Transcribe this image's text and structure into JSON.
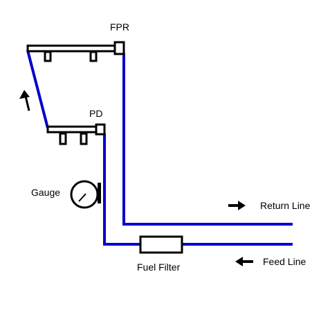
{
  "labels": {
    "fpr": "FPR",
    "pd": "PD",
    "gauge": "Gauge",
    "return_line": "Return Line",
    "feed_line": "Feed Line",
    "fuel_filter": "Fuel Filter"
  },
  "colors": {
    "fuel_line": "#0000cc",
    "outline": "#000000",
    "background": "#ffffff"
  },
  "icons": {
    "flow_up_arrow": "arrow-up-icon",
    "return_arrow": "arrow-right-icon",
    "feed_arrow": "arrow-left-icon"
  }
}
